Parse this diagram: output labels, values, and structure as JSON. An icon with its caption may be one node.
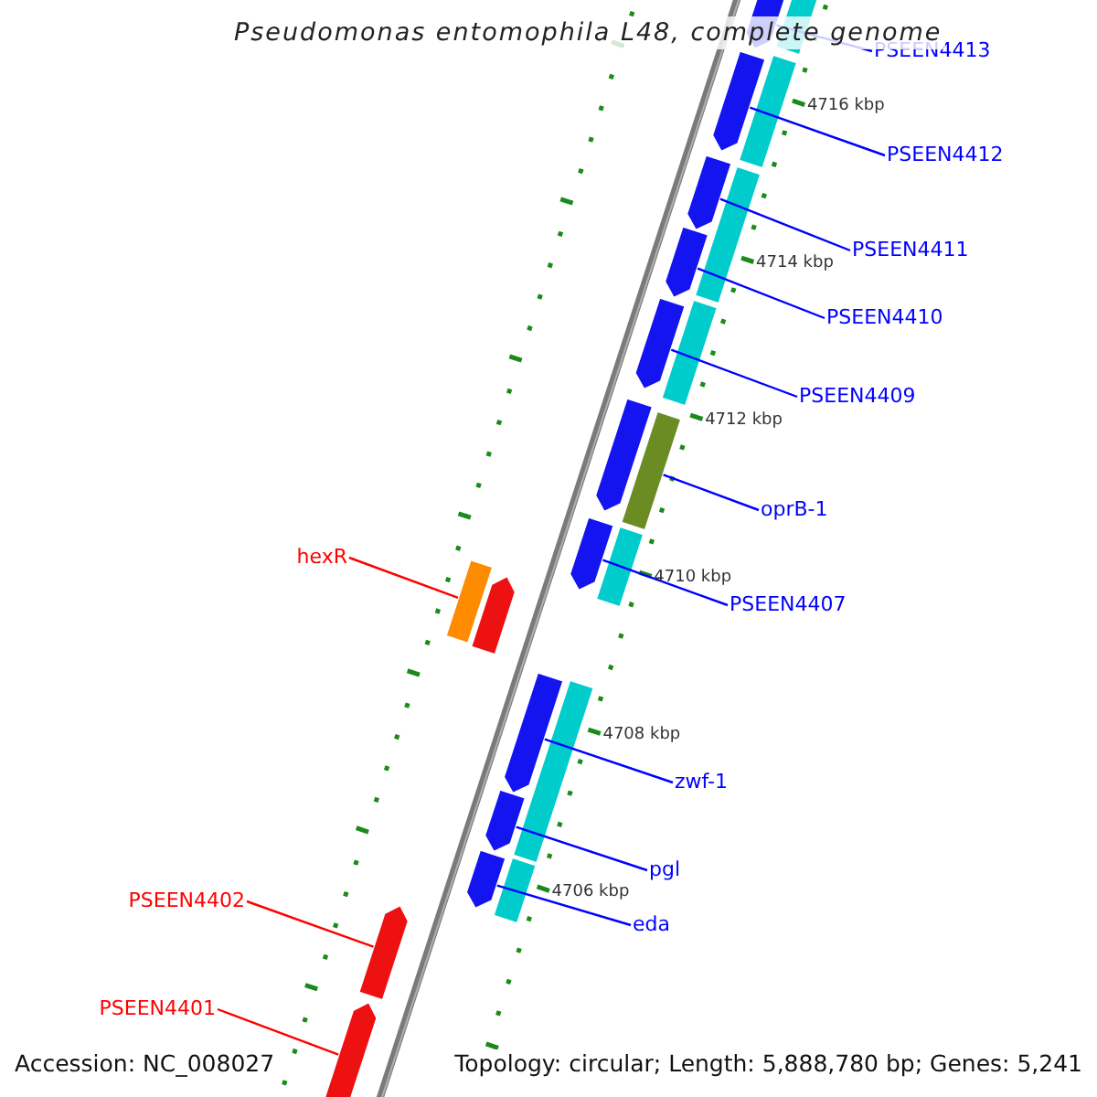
{
  "diagram": {
    "title": "Pseudomonas entomophila L48, complete genome",
    "nodes": [
      {
        "text": [
          "PSEEN4413"
        ]
      },
      {
        "text": [
          "PSEEN4412"
        ]
      },
      {
        "text": [
          "PSEEN4411"
        ]
      },
      {
        "text": [
          "PSEEN4410"
        ]
      },
      {
        "text": [
          "PSEEN4409"
        ]
      },
      {
        "text": [
          "oprB-1"
        ]
      },
      {
        "text": [
          "PSEEN4407"
        ]
      },
      {
        "text": [
          "zwf-1"
        ]
      },
      {
        "text": [
          "pgl"
        ]
      },
      {
        "text": [
          "eda"
        ]
      },
      {
        "text": [
          "hexR"
        ]
      },
      {
        "text": [
          "PSEEN4402"
        ]
      },
      {
        "text": [
          "PSEEN4401"
        ]
      },
      {
        "text": [],
        "shape": "arrow"
      },
      {
        "text": [],
        "shape": "bar"
      },
      {
        "text": [],
        "shape": "arrow"
      },
      {
        "text": [],
        "shape": "bar"
      },
      {
        "text": [],
        "shape": "arrow"
      },
      {
        "text": [],
        "shape": "bar"
      },
      {
        "text": [],
        "shape": "arrow"
      },
      {
        "text": [],
        "shape": "arrow"
      },
      {
        "text": [],
        "shape": "bar"
      },
      {
        "text": [],
        "shape": "arrow"
      },
      {
        "text": [],
        "shape": "bar"
      },
      {
        "text": [],
        "shape": "arrow"
      },
      {
        "text": [],
        "shape": "bar"
      },
      {
        "text": [],
        "shape": "bar"
      },
      {
        "text": [],
        "shape": "arrow"
      },
      {
        "text": [],
        "shape": "arrow"
      },
      {
        "text": [],
        "shape": "bar"
      },
      {
        "text": [],
        "shape": "arrow"
      },
      {
        "text": [],
        "shape": "arrow"
      },
      {
        "text": [],
        "shape": "bar"
      },
      {
        "text": [],
        "shape": "arrow"
      },
      {
        "text": [],
        "shape": "arrow"
      }
    ],
    "edges": [
      {
        "from": 0,
        "to": 13,
        "arrow": "none"
      },
      {
        "from": 1,
        "to": 15,
        "arrow": "none"
      },
      {
        "from": 2,
        "to": 17,
        "arrow": "none"
      },
      {
        "from": 3,
        "to": 19,
        "arrow": "none"
      },
      {
        "from": 4,
        "to": 20,
        "arrow": "none"
      },
      {
        "from": 5,
        "to": 23,
        "arrow": "none"
      },
      {
        "from": 6,
        "to": 24,
        "arrow": "none"
      },
      {
        "from": 7,
        "to": 28,
        "arrow": "none"
      },
      {
        "from": 8,
        "to": 30,
        "arrow": "none"
      },
      {
        "from": 9,
        "to": 31,
        "arrow": "none"
      },
      {
        "from": 10,
        "to": 26,
        "arrow": "none",
        "color": "#ff0000"
      },
      {
        "from": 11,
        "to": 33,
        "arrow": "none",
        "color": "#ff0000"
      },
      {
        "from": 12,
        "to": 34,
        "arrow": "none",
        "color": "#ff0000"
      }
    ],
    "labels": [
      "4716 kbp",
      "4714 kbp",
      "4712 kbp",
      "4710 kbp",
      "4708 kbp",
      "4706 kbp",
      "Accession: NC_008027",
      "Topology: circular; Length: 5,888,780 bp; Genes: 5,241"
    ]
  }
}
